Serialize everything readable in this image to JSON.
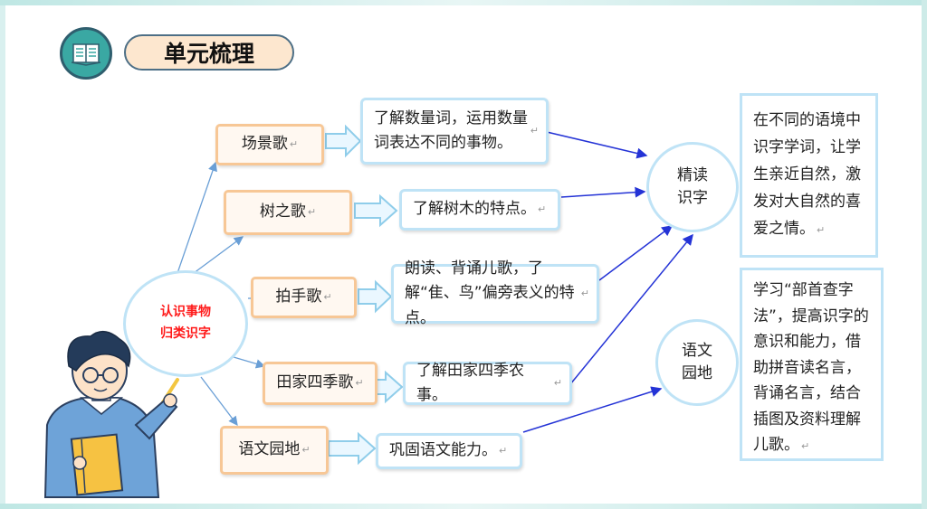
{
  "header": {
    "title": "单元梳理",
    "icon": "book-icon"
  },
  "center": {
    "line1": "认识事物",
    "line2": "归类识字"
  },
  "lessons": [
    {
      "label": "场景歌",
      "desc": "了解数量词，运用数量词表达不同的事物。"
    },
    {
      "label": "树之歌",
      "desc": "了解树木的特点。"
    },
    {
      "label": "拍手歌",
      "desc": "朗读、背诵儿歌，了解“隹、鸟”偏旁表义的特点。"
    },
    {
      "label": "田家四季歌",
      "desc": "了解田家四季农事。"
    },
    {
      "label": "语文园地",
      "desc": "巩固语文能力。"
    }
  ],
  "goals": [
    {
      "circle": "精读识字",
      "text": "在不同的语境中识字学词，让学生亲近自然，激发对大自然的喜爱之情。"
    },
    {
      "circle": "语文园地",
      "text": "学习“部首查字法”，提高识字的意识和能力，借助拼音读名言，背诵名言，结合插图及资料理解儿歌。"
    }
  ],
  "colors": {
    "accent_teal": "#3aa8a3",
    "orange_border": "#f7c796",
    "blue_border": "#bfe3f6",
    "arrow_blue": "#2433d6",
    "center_text": "#ff1a1a"
  }
}
